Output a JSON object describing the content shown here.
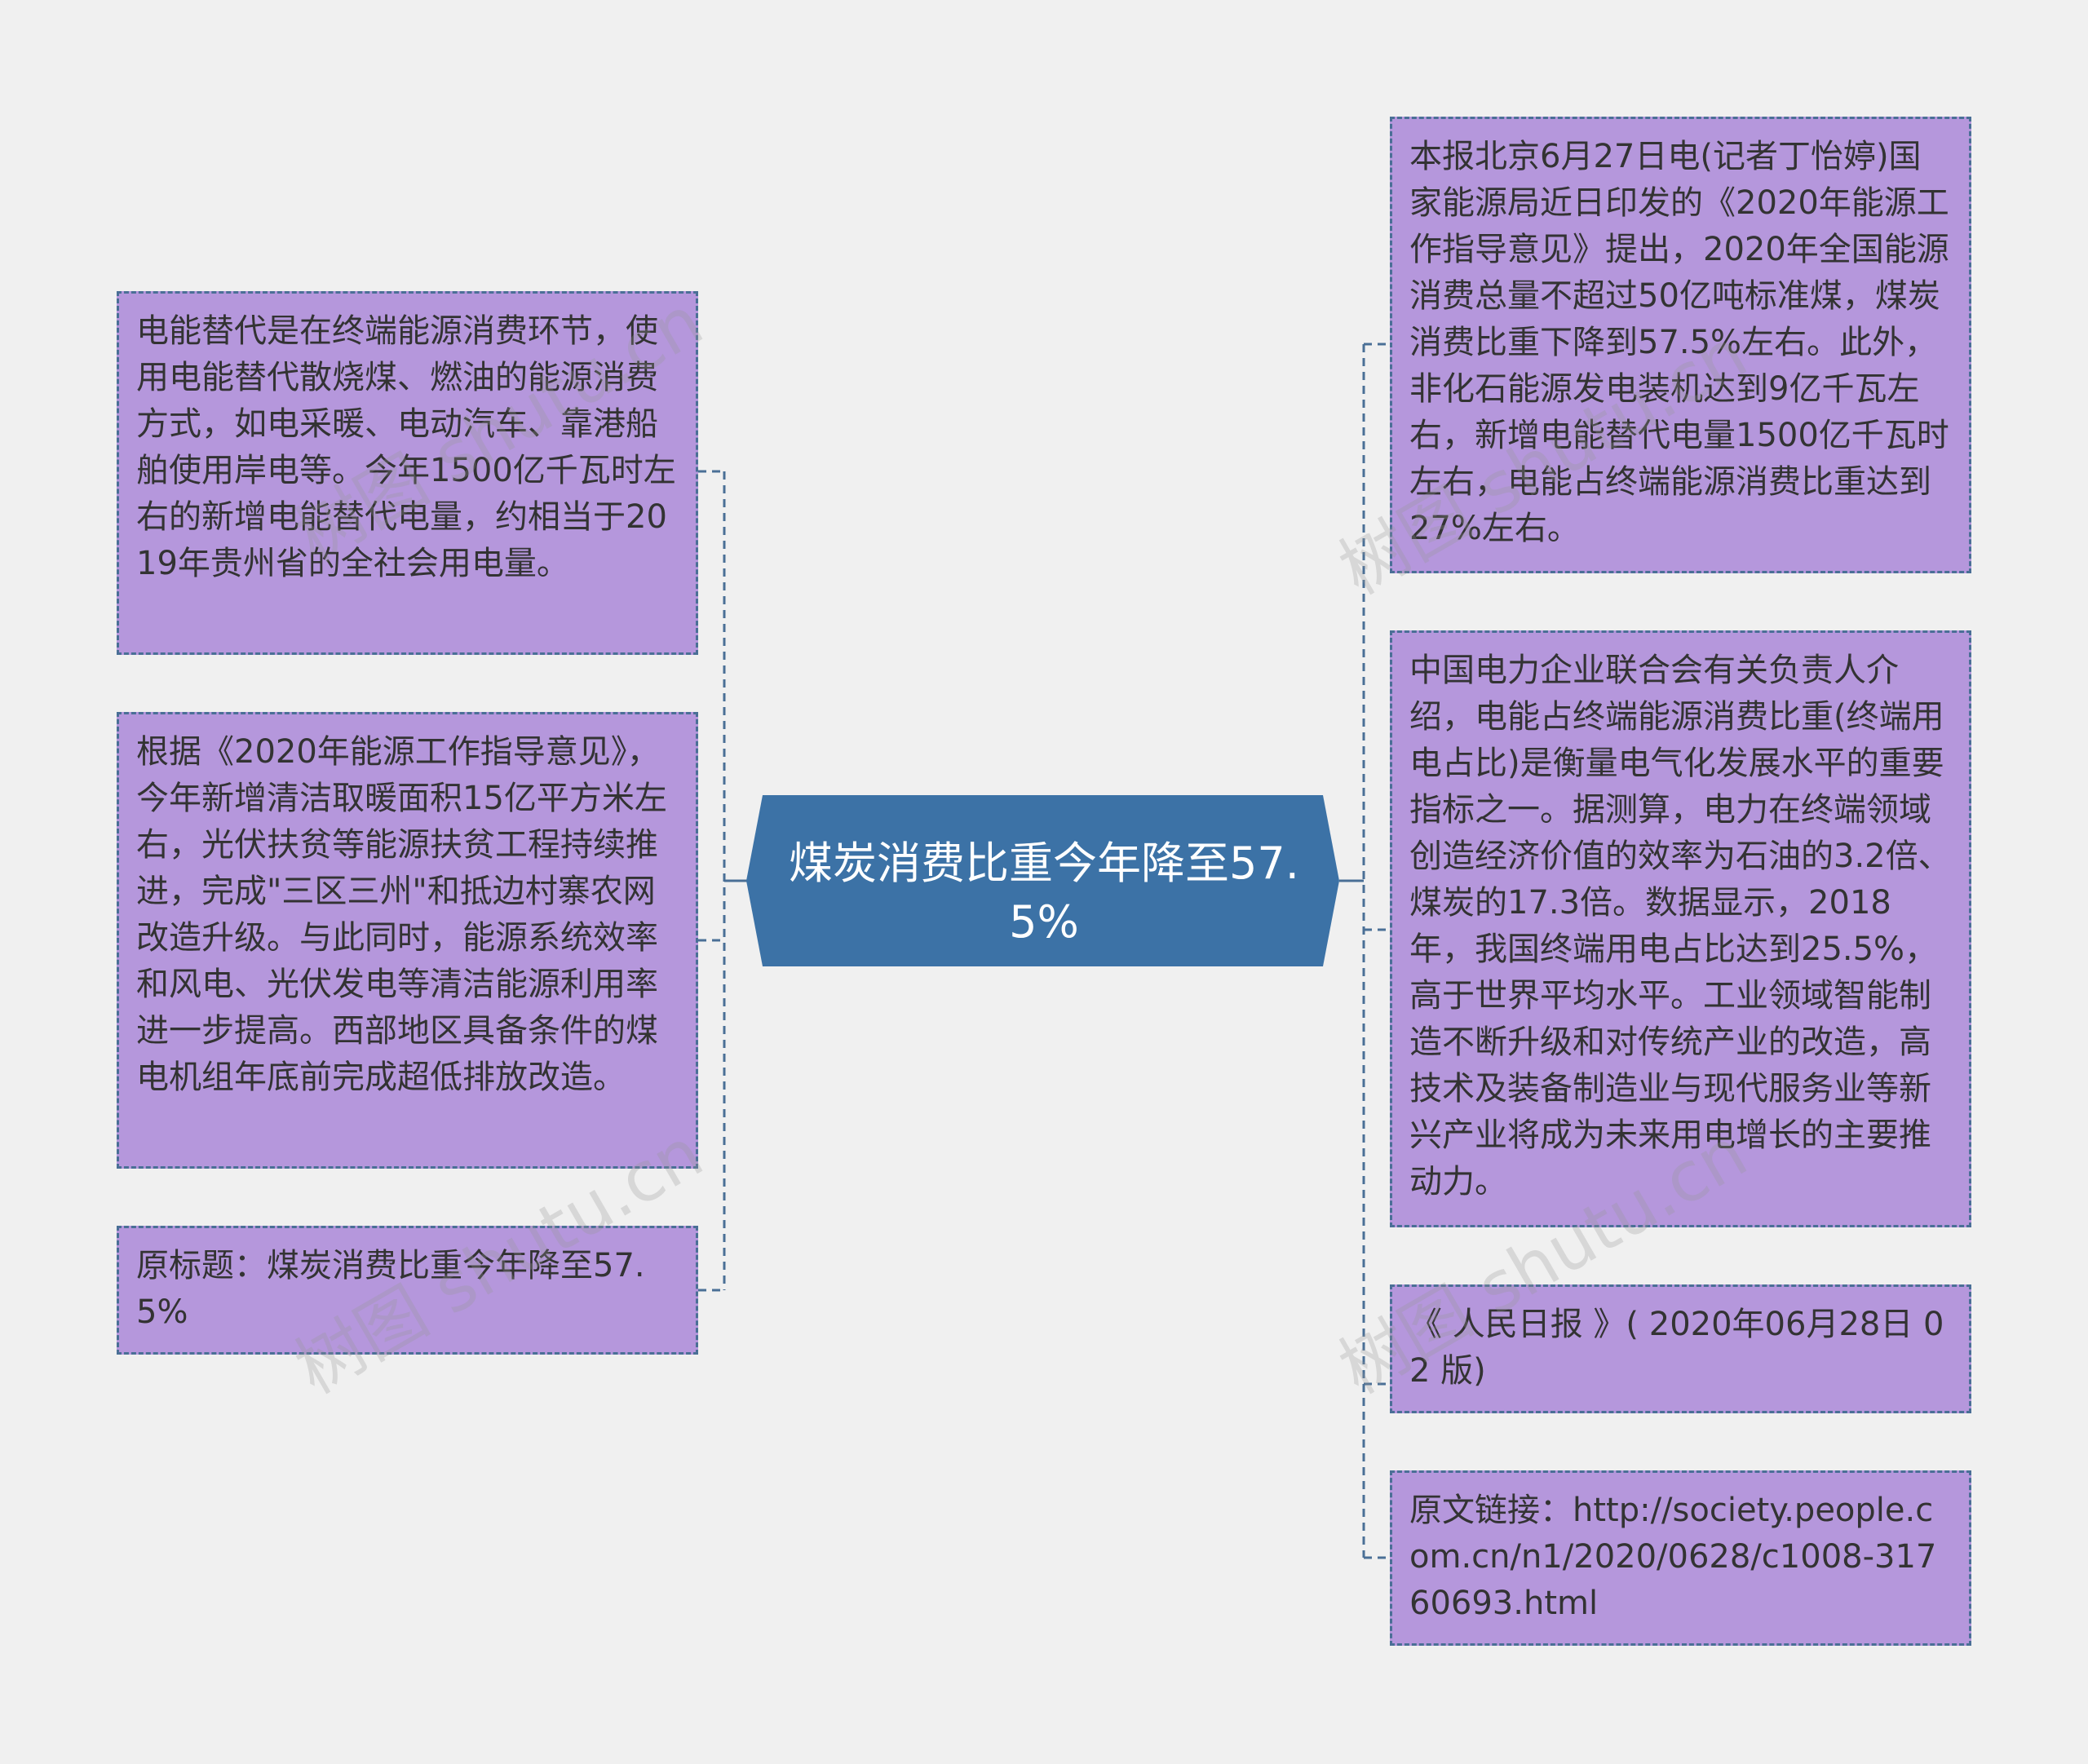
{
  "colors": {
    "background": "#f0f0f0",
    "node_fill": "#b597dc",
    "node_border": "#4a6f96",
    "center_fill": "#3c72a6",
    "connector": "#4a6f96"
  },
  "center": {
    "text": "煤炭消费比重今年降至57.5%"
  },
  "left_nodes": [
    {
      "text": "电能替代是在终端能源消费环节，使用电能替代散烧煤、燃油的能源消费方式，如电采暖、电动汽车、靠港船舶使用岸电等。今年1500亿千瓦时左右的新增电能替代电量，约相当于2019年贵州省的全社会用电量。"
    },
    {
      "text": "根据《2020年能源工作指导意见》，今年新增清洁取暖面积15亿平方米左右，光伏扶贫等能源扶贫工程持续推进，完成\"三区三州\"和抵边村寨农网改造升级。与此同时，能源系统效率和风电、光伏发电等清洁能源利用率进一步提高。西部地区具备条件的煤电机组年底前完成超低排放改造。"
    },
    {
      "text": "原标题：煤炭消费比重今年降至57.5%"
    }
  ],
  "right_nodes": [
    {
      "text": "本报北京6月27日电(记者丁怡婷)国家能源局近日印发的《2020年能源工作指导意见》提出，2020年全国能源消费总量不超过50亿吨标准煤，煤炭消费比重下降到57.5%左右。此外，非化石能源发电装机达到9亿千瓦左右，新增电能替代电量1500亿千瓦时左右，电能占终端能源消费比重达到27%左右。"
    },
    {
      "text": "中国电力企业联合会有关负责人介绍，电能占终端能源消费比重(终端用电占比)是衡量电气化发展水平的重要指标之一。据测算，电力在终端领域创造经济价值的效率为石油的3.2倍、煤炭的17.3倍。数据显示，2018年，我国终端用电占比达到25.5%，高于世界平均水平。工业领域智能制造不断升级和对传统产业的改造，高技术及装备制造业与现代服务业等新兴产业将成为未来用电增长的主要推动力。"
    },
    {
      "text": "《 人民日报 》( 2020年06月28日 02 版)"
    },
    {
      "text": "原文链接：http://society.people.com.cn/n1/2020/0628/c1008-31760693.html"
    }
  ],
  "watermarks": [
    "树图 shutu.cn",
    "树图 shutu.cn",
    "树图 shutu.cn",
    "树图 shutu.cn"
  ]
}
